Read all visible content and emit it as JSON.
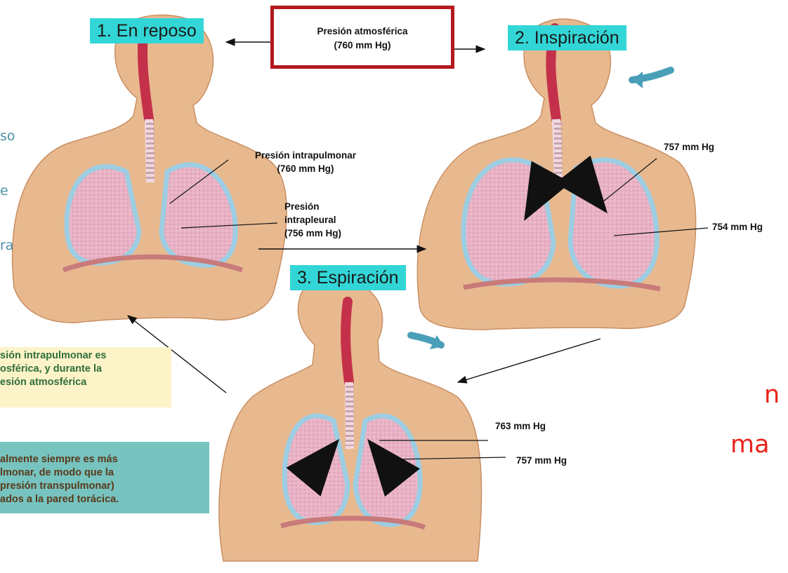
{
  "stages": {
    "rest": "1. En reposo",
    "inspiration": "2. Inspiración",
    "expiration": "3. Espiración"
  },
  "atmospheric": {
    "title": "Presión atmosférica",
    "value": "(760 mm Hg)"
  },
  "rest_labels": {
    "intrapulmonary_title": "Presión intrapulmonar",
    "intrapulmonary_value": "(760 mm Hg)",
    "intrapleural_line1": "Presión",
    "intrapleural_line2": "intrapleural",
    "intrapleural_value": "(756 mm Hg)"
  },
  "inspiration_labels": {
    "alveolar": "757 mm Hg",
    "pleural": "754 mm Hg"
  },
  "expiration_labels": {
    "alveolar": "763 mm Hg",
    "pleural": "757 mm Hg"
  },
  "left_cut_text": {
    "line1": "so",
    "line2": "e",
    "line3": "ra"
  },
  "note_yellow": {
    "line1": "sión intrapulmonar es",
    "line2": "osférica, y durante la",
    "line3": "esión atmosférica"
  },
  "note_teal": {
    "line1": "almente siempre es más",
    "line2": "lmonar, de modo que la",
    "line3": "presión transpulmonar)",
    "line4": "ados a la pared torácica."
  },
  "right_red_text": {
    "line1": "n",
    "line2": "ma"
  },
  "colors": {
    "label_fill": "#33d6d6",
    "highlight_border": "#b3191f",
    "lung_fill": "#e9b3c6",
    "pleura": "#9ccde2",
    "skin": "#e8b98f",
    "red_text": "#e8241c"
  }
}
